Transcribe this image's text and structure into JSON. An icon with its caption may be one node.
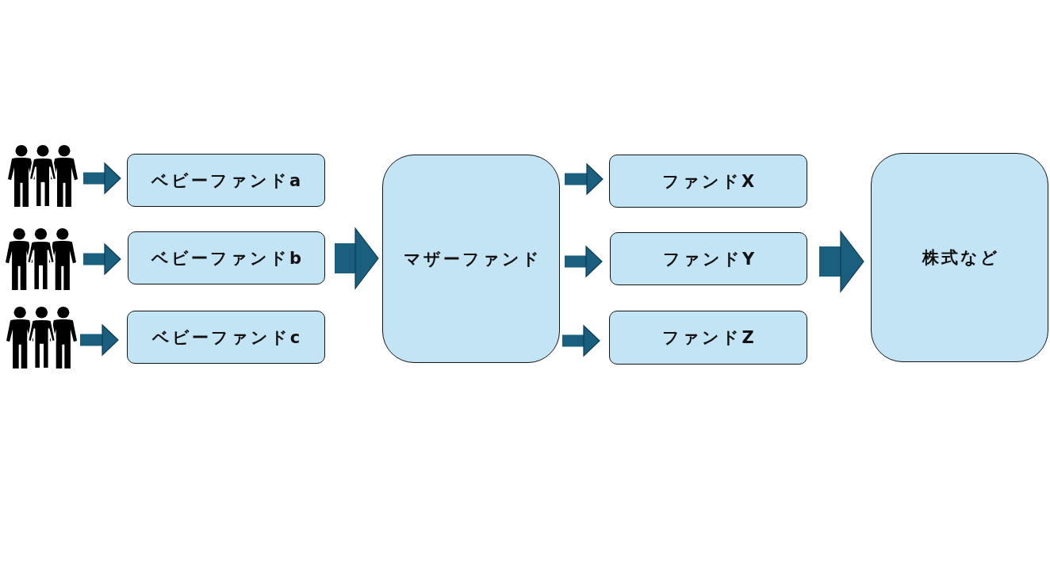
{
  "diagram": {
    "nodes": [
      {
        "text": [],
        "shape": "person"
      },
      {
        "text": [
          "ベビーファンドa"
        ]
      },
      {
        "text": [],
        "shape": "person"
      },
      {
        "text": [
          "ベビーファンドb"
        ]
      },
      {
        "text": [],
        "shape": "person"
      },
      {
        "text": [
          "ベビーファンドc"
        ]
      },
      {
        "text": [
          "マザーファンド"
        ]
      },
      {
        "text": [
          "ファンドX"
        ]
      },
      {
        "text": [
          "ファンドY"
        ]
      },
      {
        "text": [
          "ファンドZ"
        ]
      },
      {
        "text": [
          "株式など"
        ]
      }
    ],
    "edges": [
      {
        "from": 0,
        "to": 1,
        "arrow": "to"
      },
      {
        "from": 2,
        "to": 3,
        "arrow": "to"
      },
      {
        "from": 4,
        "to": 5,
        "arrow": "to"
      },
      {
        "from": 3,
        "to": 6,
        "arrow": "to",
        "style": "thick"
      },
      {
        "from": 6,
        "to": 7,
        "arrow": "to"
      },
      {
        "from": 6,
        "to": 8,
        "arrow": "to"
      },
      {
        "from": 6,
        "to": 9,
        "arrow": "to"
      },
      {
        "from": 8,
        "to": 10,
        "arrow": "to",
        "style": "thick"
      }
    ]
  }
}
